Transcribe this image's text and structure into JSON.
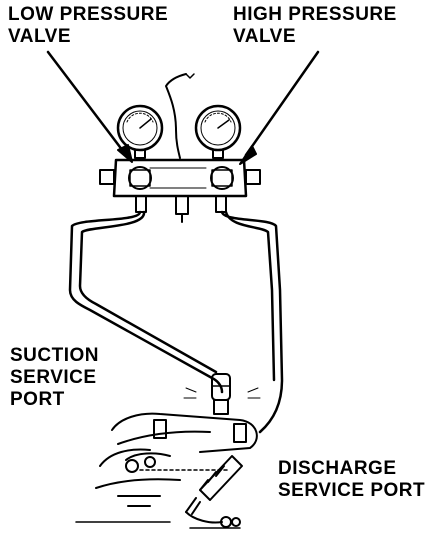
{
  "labels": {
    "low_pressure": [
      "LOW PRESSURE",
      "VALVE"
    ],
    "high_pressure": [
      "HIGH PRESSURE",
      "VALVE"
    ],
    "suction": [
      "SUCTION",
      "SERVICE",
      "PORT"
    ],
    "discharge": [
      "DISCHARGE",
      "SERVICE PORT"
    ]
  },
  "colors": {
    "ink": "#000000",
    "paper": "#ffffff"
  }
}
